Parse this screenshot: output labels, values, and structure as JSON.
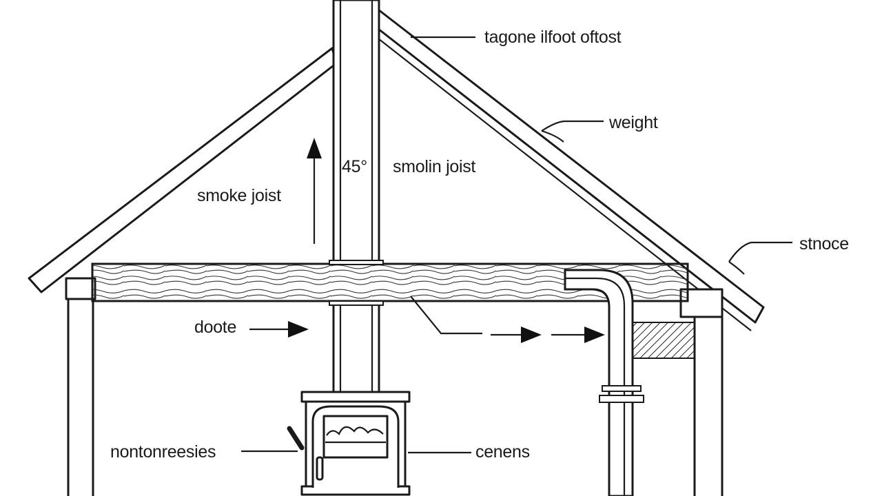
{
  "diagram": {
    "labels": {
      "top_right": "tagone ilfoot oftost",
      "weight": "weight",
      "angle": "45°",
      "smolin_joist": "smolin joist",
      "smoke_joist": "smoke joist",
      "stnoce": "stnoce",
      "doote": "doote",
      "nontonreesies": "nontonreesies",
      "cenens": "cenens"
    }
  }
}
